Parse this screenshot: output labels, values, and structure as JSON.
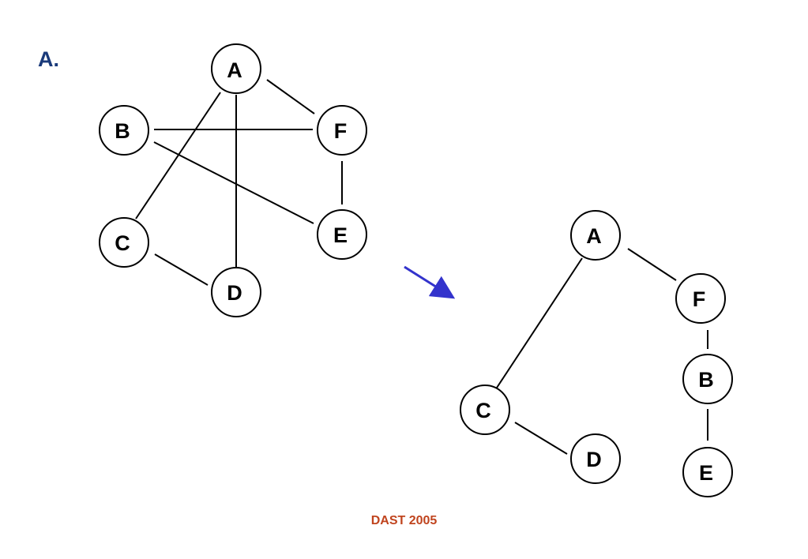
{
  "section_label": "A.",
  "footer": "DAST 2005",
  "colors": {
    "section_label": "#1a3a7a",
    "footer": "#c0441e",
    "arrow": "#3333cc"
  },
  "graphs": [
    {
      "nodes": [
        "A",
        "B",
        "C",
        "D",
        "E",
        "F"
      ],
      "edges": [
        [
          "A",
          "F"
        ],
        [
          "A",
          "C"
        ],
        [
          "A",
          "D"
        ],
        [
          "B",
          "F"
        ],
        [
          "B",
          "E"
        ],
        [
          "F",
          "E"
        ],
        [
          "C",
          "D"
        ]
      ]
    },
    {
      "nodes": [
        "A",
        "F",
        "B",
        "E",
        "C",
        "D"
      ],
      "edges": [
        [
          "A",
          "F"
        ],
        [
          "F",
          "B"
        ],
        [
          "B",
          "E"
        ],
        [
          "A",
          "C"
        ],
        [
          "C",
          "D"
        ]
      ]
    }
  ]
}
